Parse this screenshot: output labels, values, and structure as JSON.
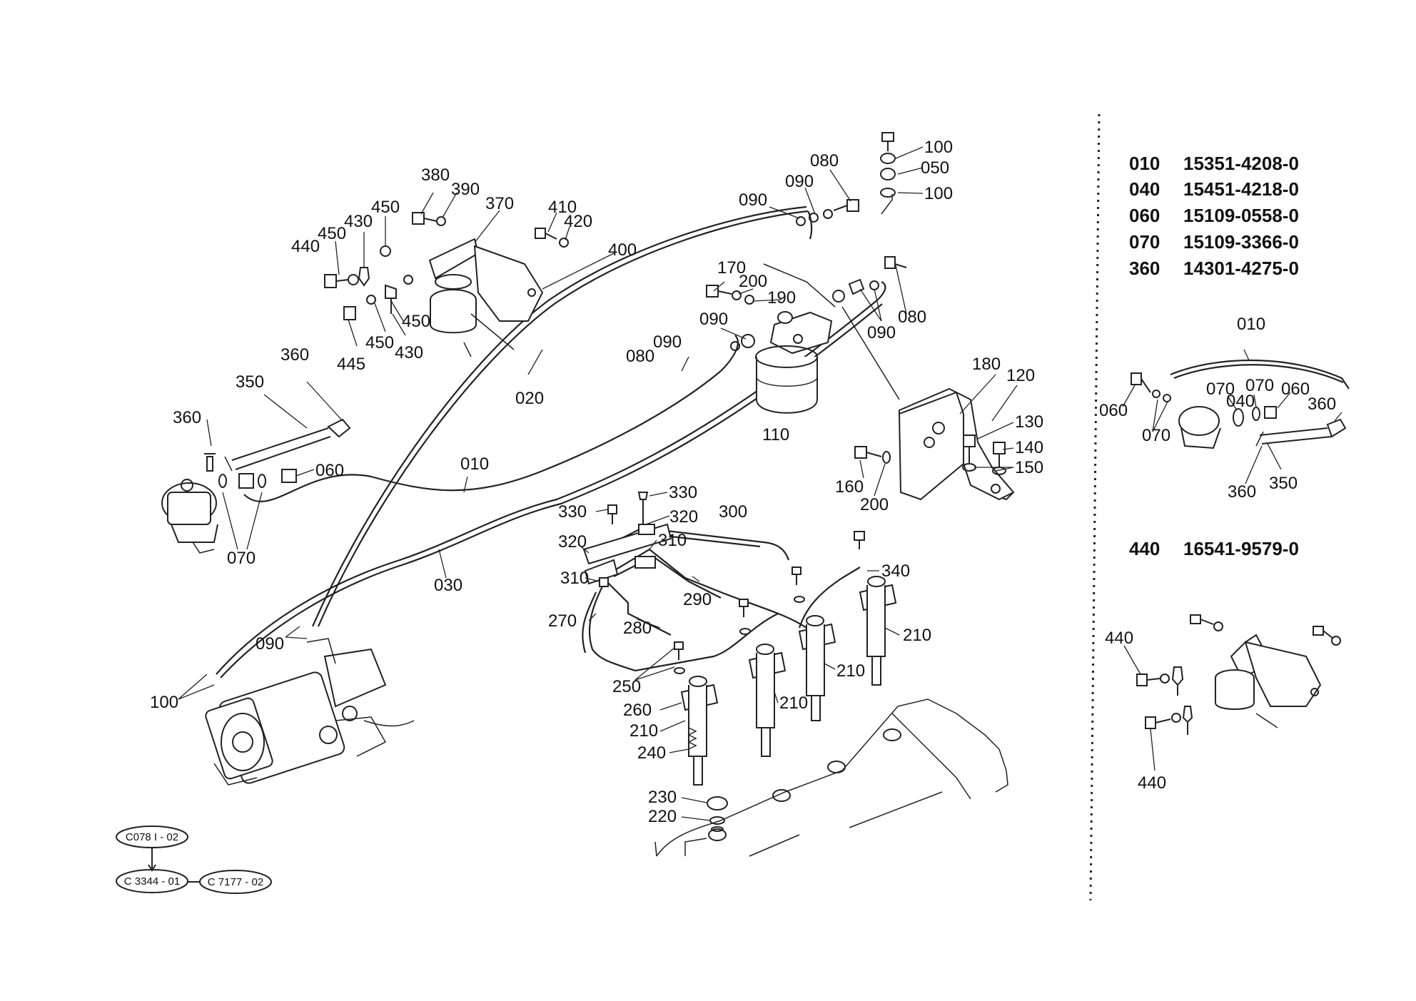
{
  "callouts": [
    {
      "id": "c100a",
      "text": "100"
    },
    {
      "id": "c050",
      "text": "050"
    },
    {
      "id": "c100b",
      "text": "100"
    },
    {
      "id": "c080a",
      "text": "080"
    },
    {
      "id": "c090a",
      "text": "090"
    },
    {
      "id": "c090b",
      "text": "090"
    },
    {
      "id": "c170",
      "text": "170"
    },
    {
      "id": "c200a",
      "text": "200"
    },
    {
      "id": "c190",
      "text": "190"
    },
    {
      "id": "c080b",
      "text": "080"
    },
    {
      "id": "c090c",
      "text": "090"
    },
    {
      "id": "c090d",
      "text": "090"
    },
    {
      "id": "c080c",
      "text": "080"
    },
    {
      "id": "c090e",
      "text": "090"
    },
    {
      "id": "c110",
      "text": "110"
    },
    {
      "id": "c180",
      "text": "180"
    },
    {
      "id": "c120",
      "text": "120"
    },
    {
      "id": "c130",
      "text": "130"
    },
    {
      "id": "c140",
      "text": "140"
    },
    {
      "id": "c150",
      "text": "150"
    },
    {
      "id": "c160",
      "text": "160"
    },
    {
      "id": "c200b",
      "text": "200"
    },
    {
      "id": "c380",
      "text": "380"
    },
    {
      "id": "c390",
      "text": "390"
    },
    {
      "id": "c370",
      "text": "370"
    },
    {
      "id": "c410",
      "text": "410"
    },
    {
      "id": "c420",
      "text": "420"
    },
    {
      "id": "c400",
      "text": "400"
    },
    {
      "id": "c450a",
      "text": "450"
    },
    {
      "id": "c430a",
      "text": "430"
    },
    {
      "id": "c450b",
      "text": "450"
    },
    {
      "id": "c440",
      "text": "440"
    },
    {
      "id": "c450c",
      "text": "450"
    },
    {
      "id": "c445",
      "text": "445"
    },
    {
      "id": "c450d",
      "text": "450"
    },
    {
      "id": "c430b",
      "text": "430"
    },
    {
      "id": "c020",
      "text": "020"
    },
    {
      "id": "c360a",
      "text": "360"
    },
    {
      "id": "c350",
      "text": "350"
    },
    {
      "id": "c360b",
      "text": "360"
    },
    {
      "id": "c060",
      "text": "060"
    },
    {
      "id": "c010",
      "text": "010"
    },
    {
      "id": "c070",
      "text": "070"
    },
    {
      "id": "c030",
      "text": "030"
    },
    {
      "id": "c090f",
      "text": "090"
    },
    {
      "id": "c100c",
      "text": "100"
    },
    {
      "id": "c330a",
      "text": "330"
    },
    {
      "id": "c330b",
      "text": "330"
    },
    {
      "id": "c320a",
      "text": "320"
    },
    {
      "id": "c300",
      "text": "300"
    },
    {
      "id": "c320b",
      "text": "320"
    },
    {
      "id": "c310a",
      "text": "310"
    },
    {
      "id": "c310b",
      "text": "310"
    },
    {
      "id": "c340",
      "text": "340"
    },
    {
      "id": "c290",
      "text": "290"
    },
    {
      "id": "c270",
      "text": "270"
    },
    {
      "id": "c280",
      "text": "280"
    },
    {
      "id": "c210a",
      "text": "210"
    },
    {
      "id": "c210b",
      "text": "210"
    },
    {
      "id": "c250",
      "text": "250"
    },
    {
      "id": "c210c",
      "text": "210"
    },
    {
      "id": "c260",
      "text": "260"
    },
    {
      "id": "c210d",
      "text": "210"
    },
    {
      "id": "c240",
      "text": "240"
    },
    {
      "id": "c230",
      "text": "230"
    },
    {
      "id": "c220",
      "text": "220"
    },
    {
      "id": "i010",
      "text": "010"
    },
    {
      "id": "i060",
      "text": "060"
    },
    {
      "id": "i070a",
      "text": "070"
    },
    {
      "id": "i040",
      "text": "040"
    },
    {
      "id": "i070b",
      "text": "070"
    },
    {
      "id": "i060b",
      "text": "060"
    },
    {
      "id": "i360a",
      "text": "360"
    },
    {
      "id": "i070c",
      "text": "070"
    },
    {
      "id": "i360b",
      "text": "360"
    },
    {
      "id": "i350",
      "text": "350"
    },
    {
      "id": "i440a",
      "text": "440"
    },
    {
      "id": "i440b",
      "text": "440"
    }
  ],
  "parts_table": [
    {
      "code": "010",
      "number": "15351-4208-0"
    },
    {
      "code": "040",
      "number": "15451-4218-0"
    },
    {
      "code": "060",
      "number": "15109-0558-0"
    },
    {
      "code": "070",
      "number": "15109-3366-0"
    },
    {
      "code": "360",
      "number": "14301-4275-0"
    }
  ],
  "parts_table_2": [
    {
      "code": "440",
      "number": "16541-9579-0"
    }
  ],
  "references": [
    {
      "id": "r1",
      "text": "C078 I - 02"
    },
    {
      "id": "r2",
      "text": "C 3344 - 01"
    },
    {
      "id": "r3",
      "text": "C 7177 - 02"
    }
  ]
}
